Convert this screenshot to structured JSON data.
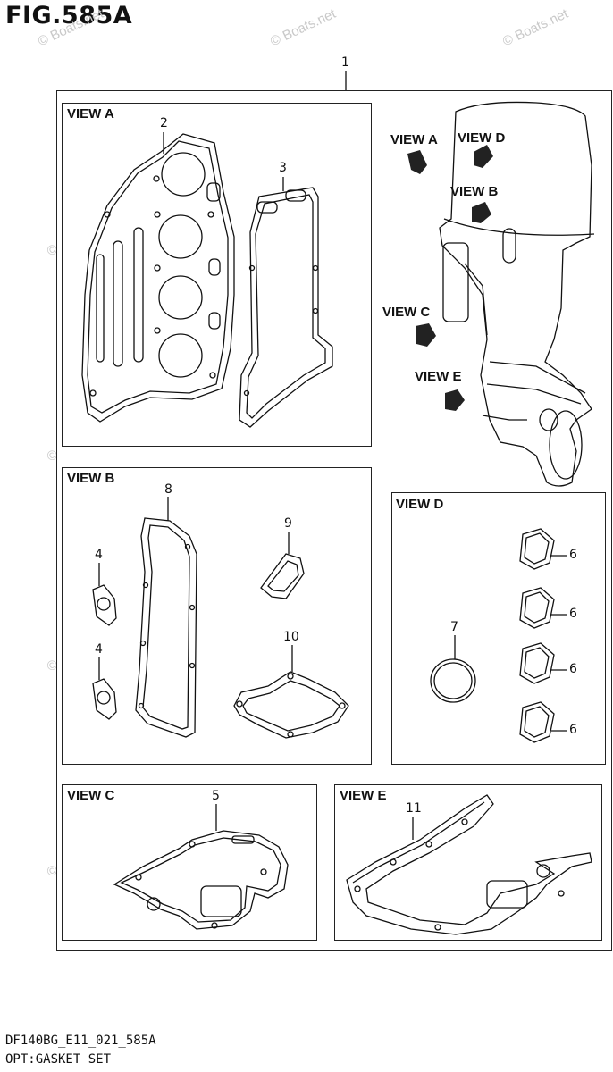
{
  "figure": {
    "title": "FIG.585A",
    "model_code": "DF140BG_E11_021_585A",
    "caption": "OPT:GASKET SET"
  },
  "watermark": "© Boats.net",
  "callouts": {
    "kit": "1",
    "cylinder_head_gasket": "2",
    "exhaust_cover_gasket_a": "3",
    "gasket_4_upper": "4",
    "gasket_4_lower": "4",
    "gasket_5": "5",
    "gasket_6_1": "6",
    "gasket_6_2": "6",
    "gasket_6_3": "6",
    "gasket_6_4": "6",
    "o_ring_7": "7",
    "gasket_8": "8",
    "gasket_9": "9",
    "gasket_10": "10",
    "gasket_11": "11"
  },
  "views": {
    "a": "VIEW A",
    "b": "VIEW B",
    "c": "VIEW C",
    "d": "VIEW D",
    "e": "VIEW E"
  },
  "engine_view_labels": {
    "a": "VIEW A",
    "b": "VIEW B",
    "c": "VIEW C",
    "d": "VIEW D",
    "e": "VIEW E"
  }
}
